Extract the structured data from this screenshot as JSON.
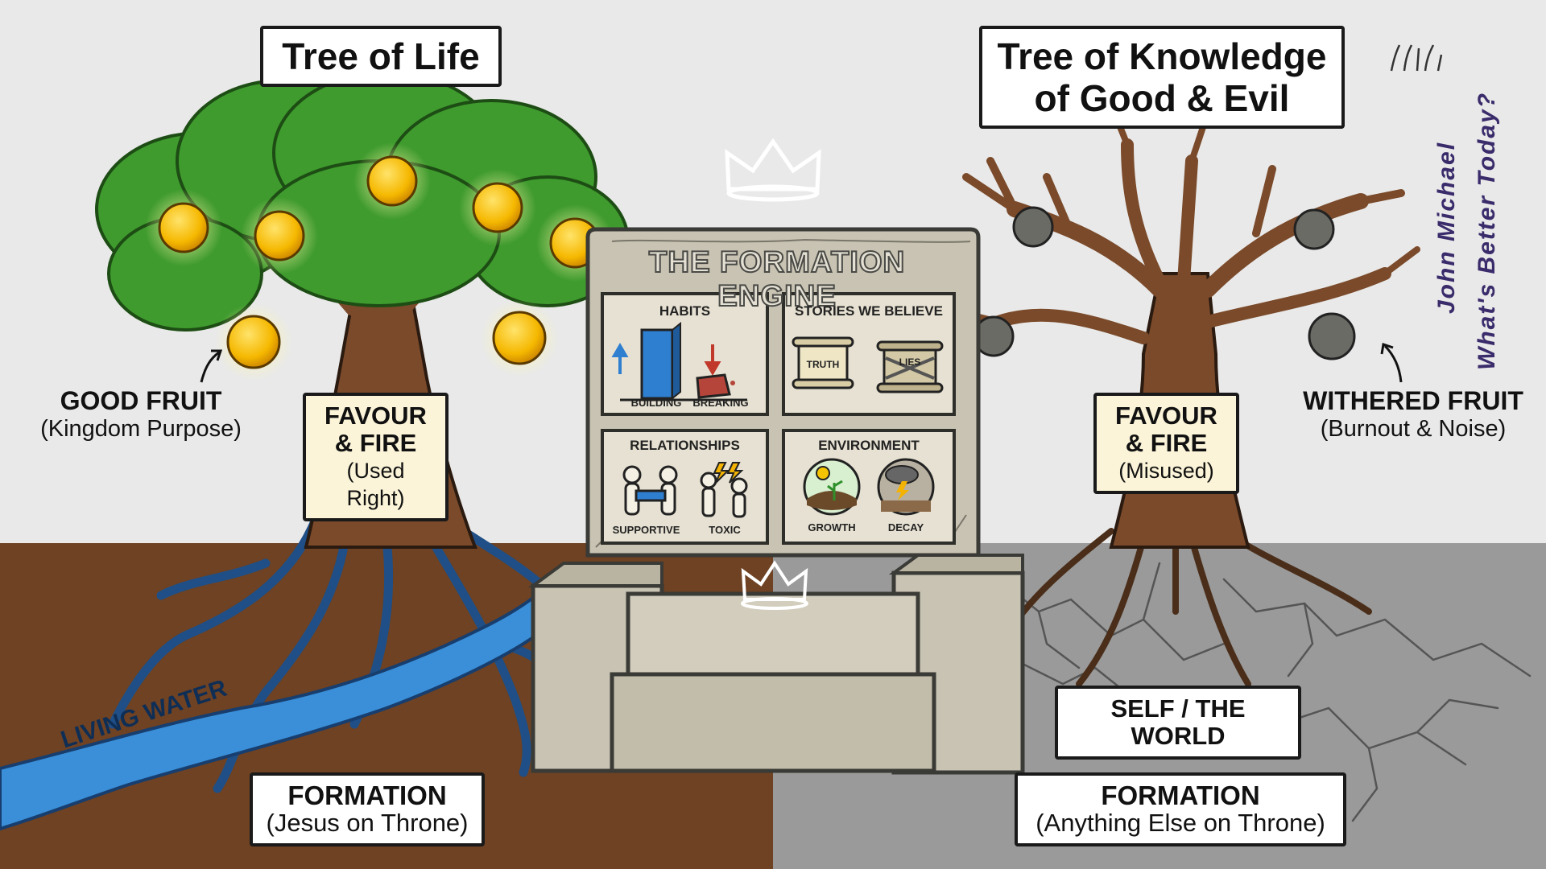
{
  "left_tree": {
    "title": "Tree of Life",
    "fruit_label": "GOOD FRUIT",
    "fruit_sub": "(Kingdom Purpose)",
    "trunk_label": "FAVOUR\n& FIRE",
    "trunk_sub": "(Used Right)",
    "river_label": "LIVING WATER",
    "formation_label": "FORMATION",
    "formation_sub": "(Jesus on Throne)"
  },
  "right_tree": {
    "title_line1": "Tree of Knowledge",
    "title_line2": "of Good & Evil",
    "fruit_label": "WITHERED FRUIT",
    "fruit_sub": "(Burnout & Noise)",
    "trunk_label": "FAVOUR\n& FIRE",
    "trunk_sub": "(Misused)",
    "ground_label": "SELF / THE WORLD",
    "formation_label": "FORMATION",
    "formation_sub": "(Anything Else on Throne)"
  },
  "engine": {
    "title": "THE FORMATION ENGINE",
    "panels": {
      "habits": {
        "title": "HABITS",
        "left": "BUILDING",
        "right": "BREAKING"
      },
      "stories": {
        "title": "STORIES WE BELIEVE",
        "left": "TRUTH",
        "right": "LIES"
      },
      "relationships": {
        "title": "RELATIONSHIPS",
        "left": "SUPPORTIVE",
        "right": "TOXIC"
      },
      "environment": {
        "title": "ENVIRONMENT",
        "left": "GROWTH",
        "right": "DECAY"
      }
    }
  },
  "signature": {
    "line1": "John Michael",
    "line2": "What's Better Today?"
  },
  "colors": {
    "background": "#e9e9e9",
    "soil_left": "#6e4223",
    "soil_right": "#9a9a9a",
    "water": "#3a8fd8",
    "leaves": "#3f9b2e",
    "fruit_good": "#f5b800",
    "bark": "#7a4a2a",
    "roots_blue": "#1f4f86",
    "stone": "#c8c3b2",
    "label_cream": "#fbf4d8",
    "signature_ink": "#3a2b6b"
  },
  "icons": [
    "crown-icon",
    "good-fruit-icon",
    "withered-fruit-icon",
    "arrow-up-icon",
    "arrow-down-icon",
    "scroll-icon",
    "person-icon",
    "lightning-icon",
    "sun-icon",
    "storm-cloud-icon"
  ]
}
